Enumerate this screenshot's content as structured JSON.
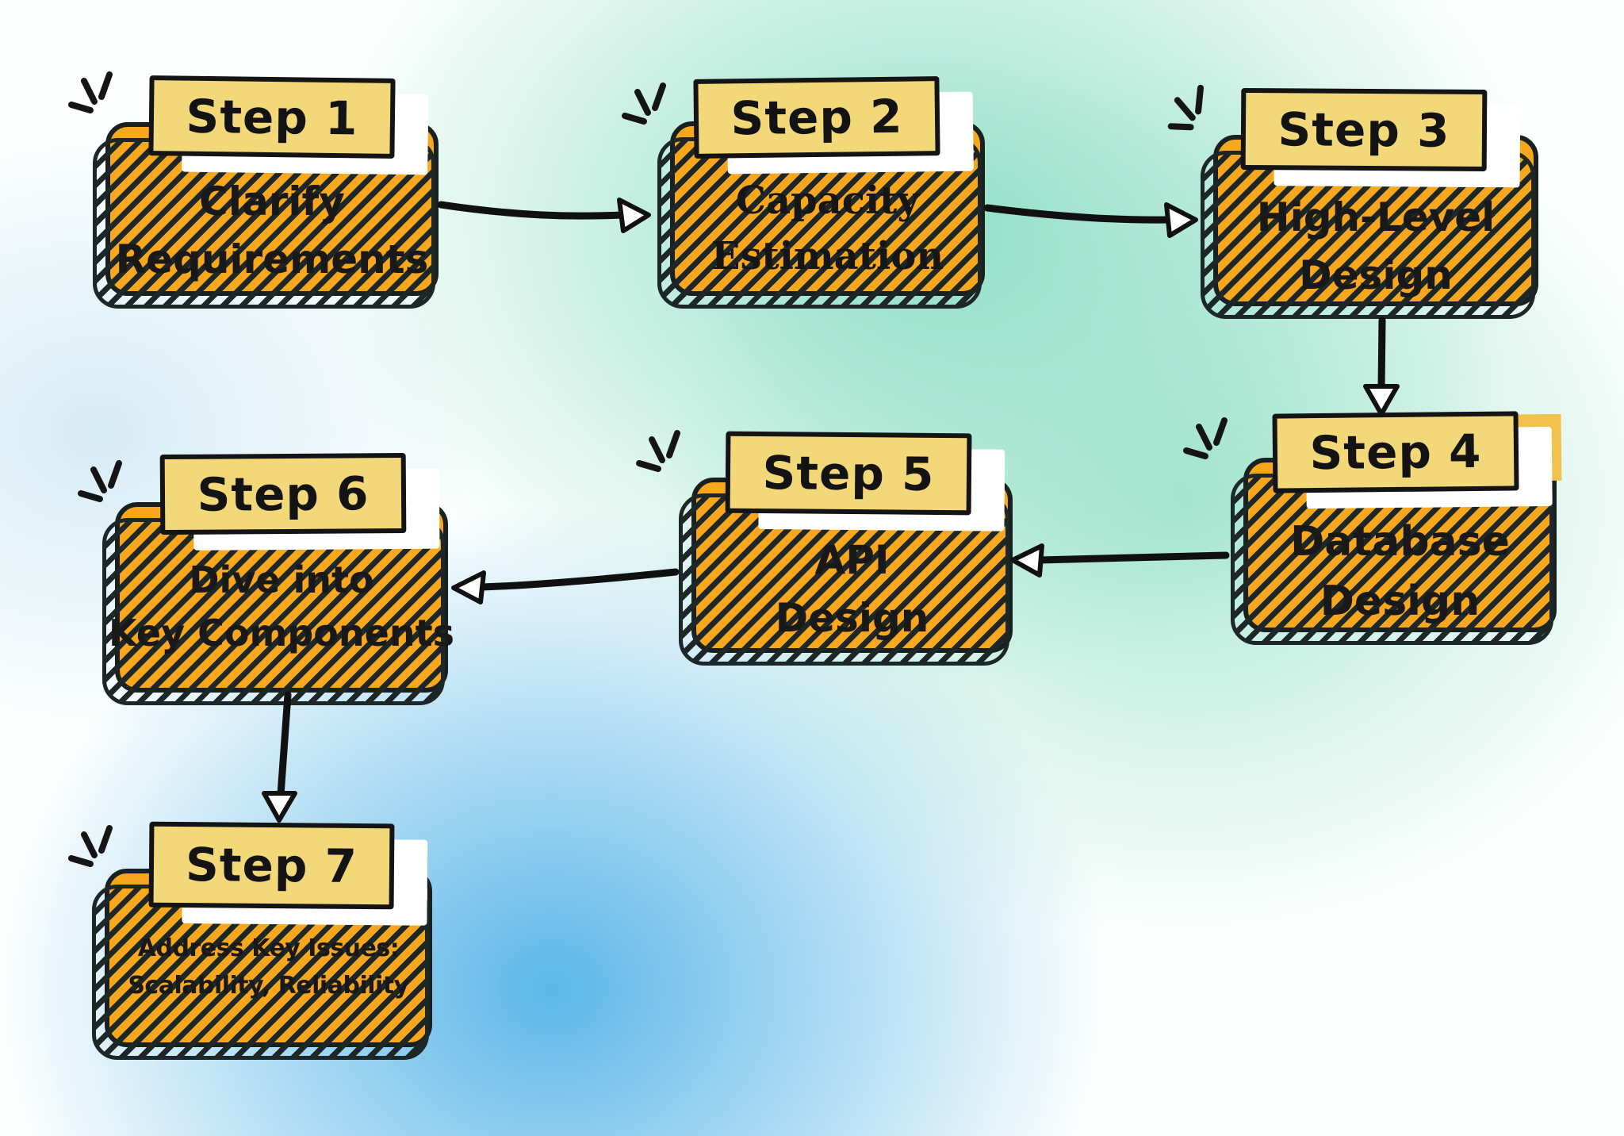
{
  "diagram": {
    "type": "flowchart",
    "steps": [
      {
        "id": 1,
        "label": "Step 1",
        "lines": [
          "Clarify",
          "Requirements"
        ]
      },
      {
        "id": 2,
        "label": "Step 2",
        "lines": [
          "Capacity",
          "Estimation"
        ]
      },
      {
        "id": 3,
        "label": "Step 3",
        "lines": [
          "High-Level",
          "Design"
        ]
      },
      {
        "id": 4,
        "label": "Step 4",
        "lines": [
          "Database",
          "Design"
        ]
      },
      {
        "id": 5,
        "label": "Step 5",
        "lines": [
          "API",
          "Design"
        ]
      },
      {
        "id": 6,
        "label": "Step 6",
        "lines": [
          "Dive into",
          "Key Components"
        ]
      },
      {
        "id": 7,
        "label": "Step 7",
        "lines": [
          "Address Key Issues:",
          "Scalability, Reliability"
        ]
      }
    ],
    "connections": [
      {
        "from": 1,
        "to": 2,
        "direction": "right"
      },
      {
        "from": 2,
        "to": 3,
        "direction": "right"
      },
      {
        "from": 3,
        "to": 4,
        "direction": "down"
      },
      {
        "from": 4,
        "to": 5,
        "direction": "left"
      },
      {
        "from": 5,
        "to": 6,
        "direction": "left"
      },
      {
        "from": 6,
        "to": 7,
        "direction": "down"
      }
    ],
    "colors": {
      "box_fill": "#F7A71E",
      "label_fill": "#F3D87A",
      "outline": "#182020",
      "arrow": "#101010",
      "label_shadow": "#FFFFFF",
      "bg_mint": "#8CDDC4",
      "bg_blue": "#56B4E8",
      "bg_white": "#FFFFFF"
    }
  }
}
